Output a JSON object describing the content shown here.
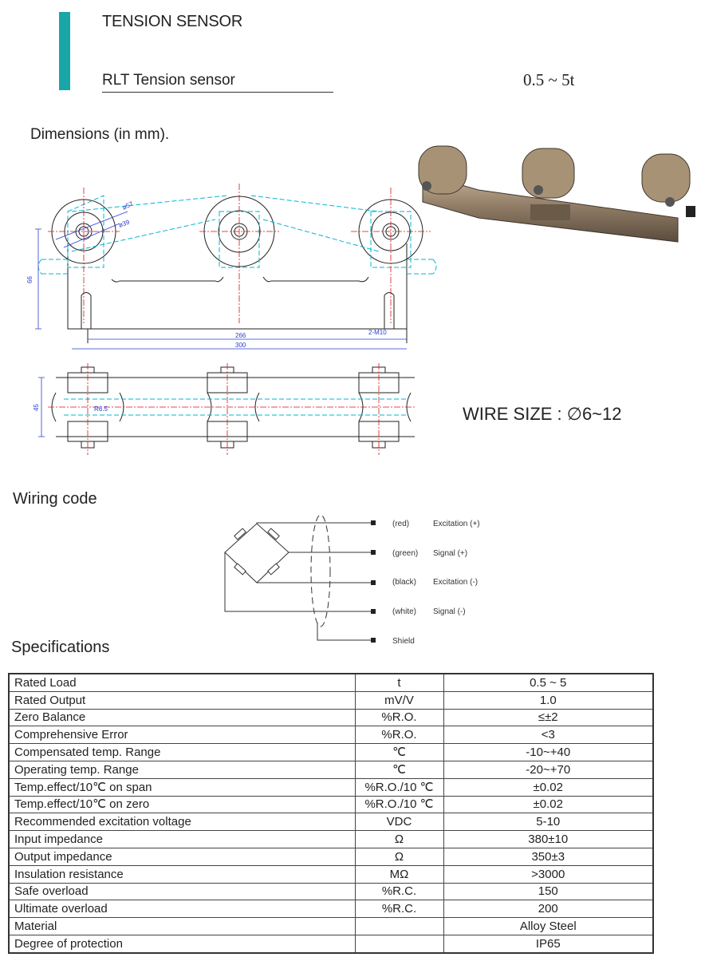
{
  "header": {
    "category": "TENSION SENSOR",
    "product": "RLT Tension sensor",
    "capacity": "0.5 ~ 5t",
    "accent_color": "#1aa6a6"
  },
  "dimensions": {
    "title": "Dimensions (in mm).",
    "labels": {
      "d57": "ø57",
      "d39": "ø39",
      "h66": "66",
      "l266": "266",
      "l300": "300",
      "hole": "2-M10",
      "h45": "45",
      "r65": "R6.5"
    }
  },
  "photo": {
    "alt": "tension sensor photo"
  },
  "wire_size": "WIRE SIZE :   ∅6~12",
  "wiring": {
    "title": "Wiring code",
    "wires": [
      {
        "color": "(red)",
        "signal": "Excitation (+)"
      },
      {
        "color": "(green)",
        "signal": "Signal (+)"
      },
      {
        "color": "(black)",
        "signal": "Excitation (-)"
      },
      {
        "color": "(white)",
        "signal": "Signal (-)"
      },
      {
        "color": "Shield",
        "signal": ""
      }
    ]
  },
  "specifications": {
    "title": "Specifications",
    "rows": [
      {
        "name": "Rated Load",
        "unit": "t",
        "value": "0.5 ~ 5"
      },
      {
        "name": "Rated Output",
        "unit": "mV/V",
        "value": "1.0"
      },
      {
        "name": "Zero Balance",
        "unit": "%R.O.",
        "value": "≤±2"
      },
      {
        "name": "Comprehensive Error",
        "unit": "%R.O.",
        "value": "<3"
      },
      {
        "name": "Compensated temp. Range",
        "unit": "℃",
        "value": "-10~+40"
      },
      {
        "name": "Operating temp. Range",
        "unit": "℃",
        "value": "-20~+70"
      },
      {
        "name": "Temp.effect/10℃ on span",
        "unit": "%R.O./10 ℃",
        "value": "±0.02"
      },
      {
        "name": "Temp.effect/10℃ on zero",
        "unit": "%R.O./10 ℃",
        "value": "±0.02"
      },
      {
        "name": "Recommended excitation voltage",
        "unit": "VDC",
        "value": "5-10"
      },
      {
        "name": "Input impedance",
        "unit": "Ω",
        "value": "380±10"
      },
      {
        "name": "Output impedance",
        "unit": "Ω",
        "value": "350±3"
      },
      {
        "name": "Insulation resistance",
        "unit": "MΩ",
        "value": ">3000"
      },
      {
        "name": "Safe overload",
        "unit": "%R.C.",
        "value": "150"
      },
      {
        "name": "Ultimate overload",
        "unit": "%R.C.",
        "value": "200"
      },
      {
        "name": "Material",
        "unit": "",
        "value": "Alloy Steel"
      },
      {
        "name": "Degree of protection",
        "unit": "",
        "value": "IP65"
      }
    ]
  }
}
